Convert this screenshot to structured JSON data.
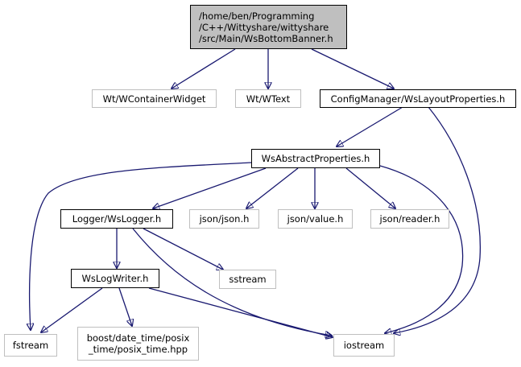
{
  "diagram": {
    "edge_color": "#191970",
    "root": {
      "lines": [
        "/home/ben/Programming",
        "/C++/Wittyshare/wittyshare",
        "/src/Main/WsBottomBanner.h"
      ],
      "fill": "#bfbfbf"
    },
    "nodes": {
      "wcontainerwidget": "Wt/WContainerWidget",
      "wtext": "Wt/WText",
      "wslayoutproperties": "ConfigManager/WsLayoutProperties.h",
      "wsabstractproperties": "WsAbstractProperties.h",
      "wslogger": "Logger/WsLogger.h",
      "json_json": "json/json.h",
      "json_value": "json/value.h",
      "json_reader": "json/reader.h",
      "sstream": "sstream",
      "wslogwriter": "WsLogWriter.h",
      "fstream": "fstream",
      "posix_time": [
        "boost/date_time/posix",
        "_time/posix_time.hpp"
      ],
      "iostream": "iostream"
    },
    "edges": [
      [
        "root",
        "wcontainerwidget"
      ],
      [
        "root",
        "wtext"
      ],
      [
        "root",
        "wslayoutproperties"
      ],
      [
        "wslayoutproperties",
        "wsabstractproperties"
      ],
      [
        "wslayoutproperties",
        "iostream"
      ],
      [
        "wsabstractproperties",
        "fstream"
      ],
      [
        "wsabstractproperties",
        "wslogger"
      ],
      [
        "wsabstractproperties",
        "json_json"
      ],
      [
        "wsabstractproperties",
        "json_value"
      ],
      [
        "wsabstractproperties",
        "json_reader"
      ],
      [
        "wsabstractproperties",
        "iostream"
      ],
      [
        "wslogger",
        "wslogwriter"
      ],
      [
        "wslogger",
        "sstream"
      ],
      [
        "wslogger",
        "iostream"
      ],
      [
        "wslogwriter",
        "fstream"
      ],
      [
        "wslogwriter",
        "posix_time"
      ],
      [
        "wslogwriter",
        "iostream"
      ]
    ]
  }
}
